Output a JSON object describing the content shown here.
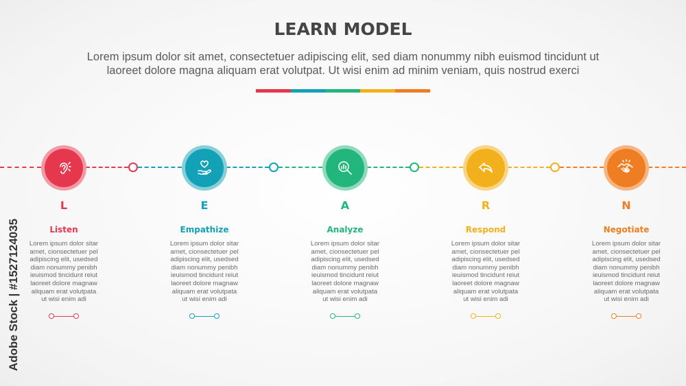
{
  "header": {
    "title": "LEARN MODEL",
    "subtitle_line1": "Lorem ipsum dolor sit amet, consectetuer adipiscing elit, sed diam nonummy nibh euismod tincidunt ut",
    "subtitle_line2": "laoreet dolore magna aliquam erat volutpat. Ut wisi enim ad minim veniam, quis nostrud exerci"
  },
  "colors": {
    "red": "#e5374d",
    "teal": "#12a1b6",
    "green": "#22b67d",
    "yellow": "#f2b01c",
    "orange": "#ef7d22"
  },
  "steps": [
    {
      "letter": "L",
      "label": "Listen",
      "icon": "ear-icon",
      "color": "#e5374d",
      "desc": [
        "Lorem ipsum dolor sitar",
        "amet, cionsectetuer pel",
        "adipiscing elit, usedsed",
        "diam nonummy penibh",
        "ieuismod tincidunt reiut",
        "laoreet dolore magnaw",
        "aliquam erat volutpata",
        "ut wisi enim adi"
      ]
    },
    {
      "letter": "E",
      "label": "Empathize",
      "icon": "heart-hand-icon",
      "color": "#12a1b6",
      "desc": [
        "Lorem ipsum dolor sitar",
        "amet, cionsectetuer pel",
        "adipiscing elit, usedsed",
        "diam nonummy penibh",
        "ieuismod tincidunt reiut",
        "laoreet dolore magnaw",
        "aliquam erat volutpata",
        "ut wisi enim adi"
      ]
    },
    {
      "letter": "A",
      "label": "Analyze",
      "icon": "analysis-magnifier-icon",
      "color": "#22b67d",
      "desc": [
        "Lorem ipsum dolor sitar",
        "amet, cionsectetuer pel",
        "adipiscing elit, usedsed",
        "diam nonummy penibh",
        "ieuismod tincidunt reiut",
        "laoreet dolore magnaw",
        "aliquam erat volutpata",
        "ut wisi enim adi"
      ]
    },
    {
      "letter": "R",
      "label": "Respond",
      "icon": "reply-arrow-icon",
      "color": "#f2b01c",
      "desc": [
        "Lorem ipsum dolor sitar",
        "amet, cionsectetuer pel",
        "adipiscing elit, usedsed",
        "diam nonummy penibh",
        "ieuismod tincidunt reiut",
        "laoreet dolore magnaw",
        "aliquam erat volutpata",
        "ut wisi enim adi"
      ]
    },
    {
      "letter": "N",
      "label": "Negotiate",
      "icon": "handshake-icon",
      "color": "#ef7d22",
      "desc": [
        "Lorem ipsum dolor sitar",
        "amet, cionsectetuer pel",
        "adipiscing elit, usedsed",
        "diam nonummy penibh",
        "ieuismod tincidunt reiut",
        "laoreet dolore magnaw",
        "aliquam erat volutpata",
        "ut wisi enim adi"
      ]
    }
  ],
  "credit": "Adobe Stock | #1527124035"
}
